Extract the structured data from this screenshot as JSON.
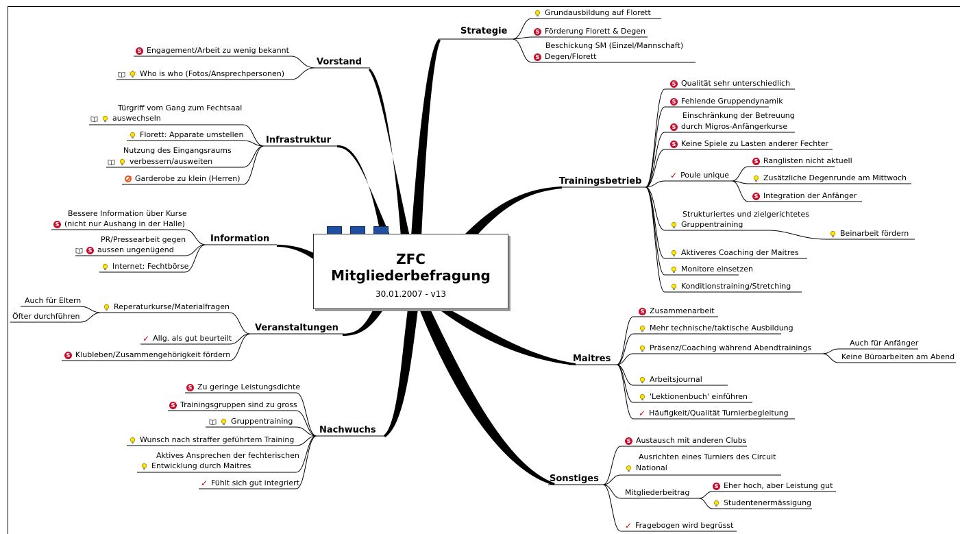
{
  "center": {
    "line1": "ZFC",
    "line2": "Mitgliederbefragung",
    "date": "30.01.2007 - v13"
  },
  "branches": {
    "vorstand": "Vorstand",
    "infrastruktur": "Infrastruktur",
    "information": "Information",
    "veranstaltungen": "Veranstaltungen",
    "nachwuchs": "Nachwuchs",
    "strategie": "Strategie",
    "trainingsbetrieb": "Trainingsbetrieb",
    "maitres": "Maitres",
    "sonstiges": "Sonstiges"
  },
  "vorstand": [
    "Engagement/Arbeit zu wenig bekannt",
    "Who is who (Fotos/Ansprechpersonen)"
  ],
  "infrastruktur": [
    "Türgriff vom Gang zum Fechtsaal",
    "auswechseln",
    "Florett: Apparate umstellen",
    "Nutzung des Eingangsraums",
    "verbessern/ausweiten",
    "Garderobe zu klein (Herren)"
  ],
  "information": [
    "Bessere Information über Kurse",
    "(nicht nur Aushang in der Halle)",
    "PR/Pressearbeit gegen",
    "aussen ungenügend",
    "Internet: Fechtbörse"
  ],
  "veranstaltungen": [
    "Auch für Eltern",
    "Öfter durchführen",
    "Reperaturkurse/Materialfragen",
    "Allg. als gut beurteilt",
    "Klubleben/Zusammengehörigkeit fördern"
  ],
  "nachwuchs": [
    "Zu geringe Leistungsdichte",
    "Trainingsgruppen sind zu gross",
    "Gruppentraining",
    "Wunsch nach straffer geführtem Training",
    "Aktives Ansprechen der fechterischen",
    "Entwicklung durch Maitres",
    "Fühlt sich gut integriert"
  ],
  "strategie": [
    "Grundausbildung auf Florett",
    "Förderung Florett & Degen",
    "Beschickung SM (Einzel/Mannschaft)",
    "Degen/Florett"
  ],
  "trainingsbetrieb": [
    "Qualität sehr unterschiedlich",
    "Fehlende Gruppendynamik",
    "Einschränkung der Betreuung",
    "durch Migros-Anfängerkurse",
    "Keine Spiele zu Lasten anderer Fechter",
    "Poule unique",
    "Ranglisten nicht aktuell",
    "Zusätzliche Degenrunde am Mittwoch",
    "Integration der Anfänger",
    "Strukturiertes und zielgerichtetes",
    "Gruppentraining",
    "Beinarbeit fördern",
    "Aktiveres Coaching der Maitres",
    "Monitore einsetzen",
    "Konditionstraining/Stretching"
  ],
  "maitres": [
    "Zusammenarbeit",
    "Mehr technische/taktische Ausbildung",
    "Präsenz/Coaching während Abendtrainings",
    "Auch für Anfänger",
    "Keine Büroarbeiten am Abend",
    "Arbeitsjournal",
    "'Lektionenbuch' einführen",
    "Häufigkeit/Qualität Turnierbegleitung"
  ],
  "sonstiges": [
    "Austausch mit anderen Clubs",
    "Ausrichten eines Turniers des Circuit",
    "National",
    "Mitgliederbeitrag",
    "Eher hoch, aber Leistung gut",
    "Studentenermässigung",
    "Fragebogen wird begrüsst"
  ],
  "icons": {
    "s": "red-s-icon",
    "bulb": "light-bulb-icon",
    "book": "book-icon",
    "check": "checkmark-icon",
    "no": "no-entry-icon"
  },
  "colors": {
    "red": "#c8102e",
    "bulb": "#ffe600",
    "blue": "#1e4fa0",
    "line": "#000000"
  }
}
